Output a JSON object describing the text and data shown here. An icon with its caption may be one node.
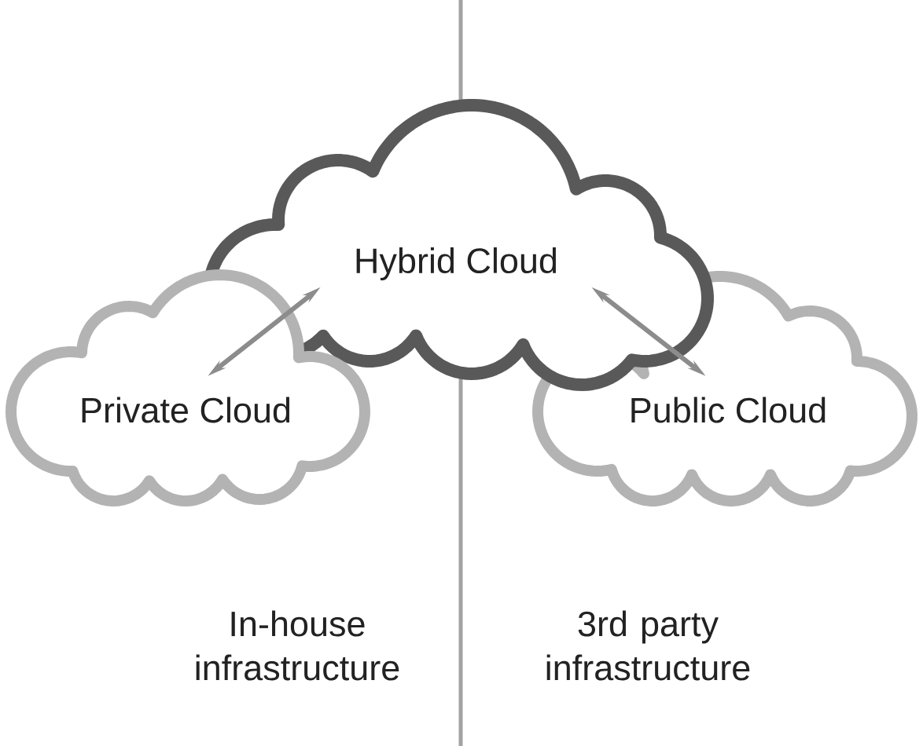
{
  "diagram": {
    "nodes": [
      {
        "text": [
          "Hybrid Cloud"
        ]
      },
      {
        "text": [
          "Private Cloud"
        ]
      },
      {
        "text": [
          "Public Cloud"
        ]
      }
    ],
    "edges": [
      {
        "from": 1,
        "to": 0,
        "arrow": "both"
      },
      {
        "from": 0,
        "to": 2,
        "arrow": "both"
      }
    ],
    "labels": [
      "In-house infrastructure",
      "3rd party infrastructure"
    ]
  }
}
